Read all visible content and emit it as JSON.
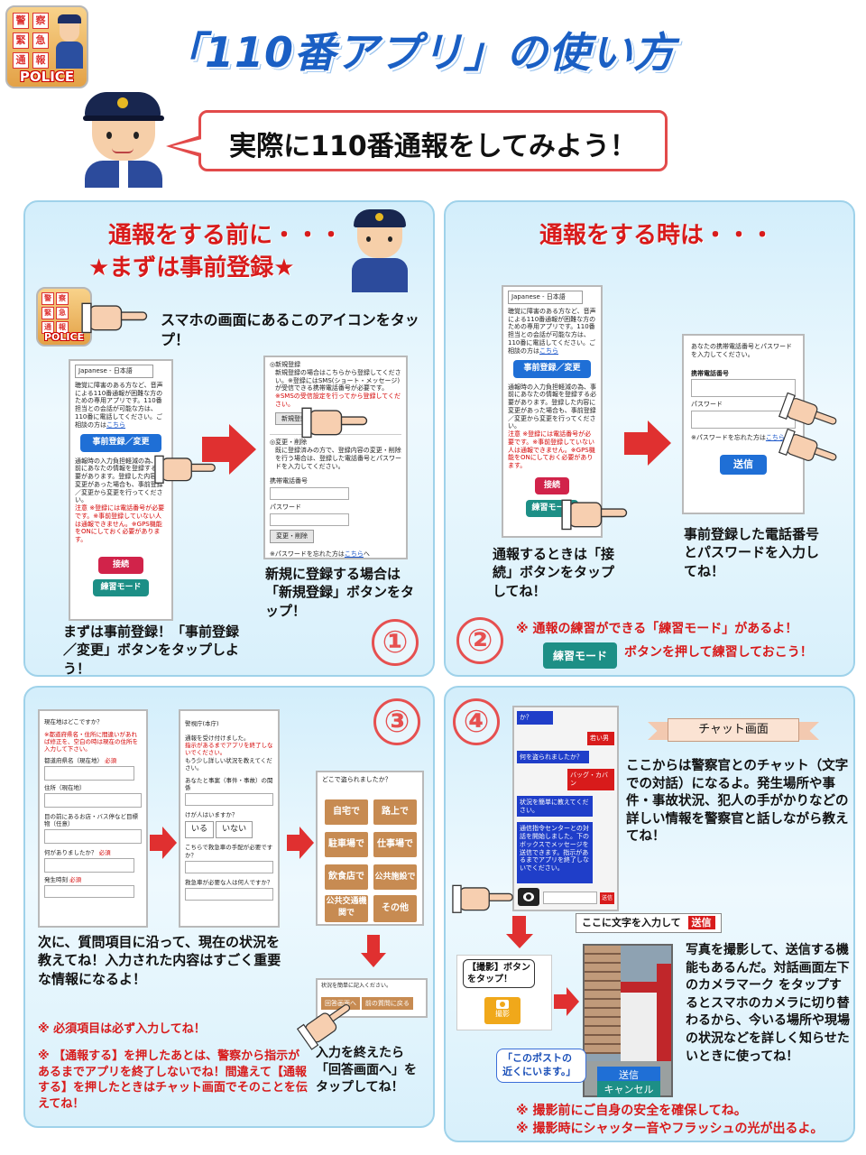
{
  "header": {
    "title": "「110番アプリ」の使い方",
    "speech": "実際に110番通報をしてみよう！"
  },
  "app_icon": {
    "cells": [
      "警",
      "察",
      "緊",
      "急",
      "通",
      "報"
    ],
    "label": "POLICE"
  },
  "panel1": {
    "heading_line1": "通報をする前に・・・",
    "heading_line2": "★まずは事前登録★",
    "icon_instruction": "スマホの画面にあるこのアイコンをタップ！",
    "phone1": {
      "language": "Japanese - 日本語",
      "description": "聴覚に障害のある方など、音声による110番通報が困難な方のための専用アプリです。110番担当との会話が可能な方は、110番に電話してください。ご相談の方は",
      "link": "こちら",
      "register_button": "事前登録／変更",
      "register_note": "通報時の入力負担軽減の為、事前にあなたの情報を登録する必要があります。登録した内容に変更があった場合も、事前登録／変更から変更を行ってください。",
      "caution": "注意 ※登録には電話番号が必要です。※事前登録していない人は通報できません。※GPS機能をONにしておく必要があります。",
      "connect_button": "接続",
      "practice_button": "練習モード"
    },
    "phone2": {
      "new_reg_title": "◎新規登録",
      "new_reg_desc": "新規登録の場合はこちらから登録してください。※登録にはSMS(ショート・メッセージ)が受信できる携帯電話番号が必要です。",
      "new_reg_warn": "※SMSの受信設定を行ってから登録してください。",
      "new_reg_button": "新規登録",
      "change_title": "◎変更・削除",
      "change_desc": "既に登録済みの方で、登録内容の変更・削除を行う場合は、登録した電話番号とパスワードを入力してください。",
      "phone_label": "携帯電話番号",
      "password_label": "パスワード",
      "change_button": "変更・削除",
      "forgot": "※パスワードを忘れた方は",
      "forgot_link": "こちら",
      "forgot_tail": "へ"
    },
    "caption_right": "新規に登録する場合は「新規登録」ボタンをタップ！",
    "caption_bottom": "まずは事前登録！「事前登録／変更」ボタンをタップしよう！",
    "number": "①"
  },
  "panel2": {
    "heading": "通報をする時は・・・",
    "phone1": {
      "language": "Japanese - 日本語",
      "description": "聴覚に障害のある方など、音声による110番通報が困難な方のための専用アプリです。110番担当との会話が可能な方は、110番に電話してください。ご相談の方は",
      "link": "こちら",
      "register_button": "事前登録／変更",
      "register_note": "通報時の入力負担軽減の為、事前にあなたの情報を登録する必要があります。登録した内容に変更があった場合も、事前登録／変更から変更を行ってください。",
      "caution": "注意 ※登録には電話番号が必要です。※事前登録していない人は通報できません。※GPS機能をONにしておく必要があります。",
      "connect_button": "接続",
      "practice_button": "練習モード"
    },
    "phone2": {
      "prompt": "あなたの携帯電話番号とパスワードを入力してください。",
      "phone_label": "携帯電話番号",
      "password_label": "パスワード",
      "forgot": "※パスワードを忘れた方は",
      "forgot_link": "こちら",
      "forgot_tail": "へ",
      "send_button": "送信"
    },
    "caption_left": "通報するときは「接続」ボタンをタップしてね！",
    "caption_right": "事前登録した電話番号とパスワードを入力してね！",
    "note_line1": "※ 通報の練習ができる「練習モード」があるよ！",
    "note_button": "練習モード",
    "note_line2": "ボタンを押して練習しておこう！",
    "number": "②"
  },
  "panel3": {
    "number": "③",
    "phone1": {
      "q1": "現在地はどこですか？",
      "q1_note": "※都道府県名・住所に間違いがあれば修正を、空白の時は現在の住所を入力して下さい。",
      "pref_label": "都道府県名（現在地）",
      "required": "必須",
      "address_label": "住所（現在地）",
      "landmark_label": "目の前にあるお店・バス停など目標物（任意）",
      "what_label": "何がありましたか？",
      "time_label": "発生時刻"
    },
    "phone2": {
      "agency": "警視庁(本庁)",
      "received": "通報を受け付けました。",
      "instruction": "指示があるまでアプリを終了しないでください。",
      "more": "もう少し詳しい状況を教えてください。",
      "relation": "あなたと事案（事件・事故）の関係",
      "injured": "けが人はいますか？",
      "yes": "いる",
      "no": "いない",
      "ambulance": "こちらで救急車の手配が必要ですか？",
      "people": "救急車が必要な人は何人ですか？"
    },
    "phone3": {
      "question": "どこで盗られましたか？",
      "places": [
        "自宅で",
        "路上で",
        "駐車場で",
        "仕事場で",
        "飲食店で",
        "公共施設で",
        "公共交通機関で",
        "その他"
      ]
    },
    "mini": {
      "label": "状況を簡単に記入ください。",
      "btn1": "回答画面へ",
      "btn2": "前の質問に戻る"
    },
    "text_main": "次に、質問項目に沿って、現在の状況を教えてね！入力された内容はすごく重要な情報になるよ！",
    "note1": "※ 必須項目は必ず入力してね！",
    "note2": "※ 【通報する】を押したあとは、警察から指示があるまでアプリを終了しないでね！間違えて【通報する】を押したときはチャット画面でそのことを伝えてね！",
    "caption_right": "入力を終えたら「回答画面へ」をタップしてね！"
  },
  "panel4": {
    "number": "④",
    "chat_label": "チャット画面",
    "chat": {
      "m1": "か？",
      "m2": "若い男",
      "m3": "何を盗られましたか？",
      "m4": "バッグ・カバン",
      "m5": "状況を簡単に教えてください。",
      "m6": "通信指令センターとの対話を開始しました。下のボックスでメッセージを送信できます。指示があるまでアプリを終了しないでください。",
      "send": "送信"
    },
    "text_chat": "ここからは警察官とのチャット（文字での対話）になるよ。発生場所や事件・事故状況、犯人の手がかりなどの詳しい情報を警察官と話しながら教えてね！",
    "input_hint": "ここに文字を入力して",
    "input_send": "送信",
    "photo_bubble": "【撮影】ボタンをタップ！",
    "photo_button": "撮影",
    "post_bubble": "「このポストの近くにいます。」",
    "photo_send": "送信",
    "photo_cancel": "キャンセル",
    "text_photo": "写真を撮影して、送信する機能もあるんだ。対話画面左下のカメラマーク をタップするとスマホのカメラに切り替わるから、今いる場所や現場の状況などを詳しく知らせたいときに使ってね！",
    "note1": "※ 撮影前にご自身の安全を確保してね。",
    "note2": "※ 撮影時にシャッター音やフラッシュの光が出るよ。"
  },
  "colors": {
    "title_blue": "#1a5fc4",
    "accent_red": "#d81b1b",
    "panel_border": "#9fd2ea",
    "button_blue": "#1f6fd6",
    "button_teal": "#1d8f86",
    "button_red": "#d1234a",
    "place_brown": "#c78b52"
  }
}
